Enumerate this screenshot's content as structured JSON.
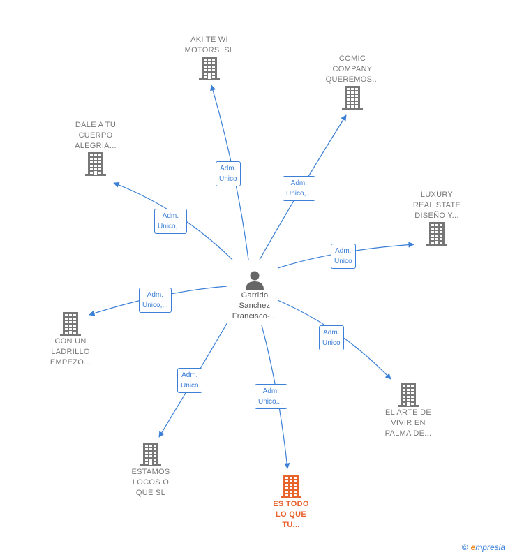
{
  "center": {
    "name": "Garrido\nSanchez\nFrancisco-...",
    "icon": "person-icon"
  },
  "nodes": [
    {
      "id": "aki",
      "name": "AKI TE WI\nMOTORS  SL",
      "icon": "building-icon",
      "role": "Adm.\nUnico"
    },
    {
      "id": "comic",
      "name": "COMIC\nCOMPANY\nQUEREMOS...",
      "icon": "building-icon",
      "role": "Adm.\nUnico,..."
    },
    {
      "id": "dale",
      "name": "DALE A TU\nCUERPO\nALEGRIA...",
      "icon": "building-icon",
      "role": "Adm.\nUnico,..."
    },
    {
      "id": "luxury",
      "name": "LUXURY\nREAL STATE\nDISEÑO Y...",
      "icon": "building-icon",
      "role": "Adm.\nUnico"
    },
    {
      "id": "ladrillo",
      "name": "CON UN\nLADRILLO\nEMPEZO...",
      "icon": "building-icon",
      "role": "Adm.\nUnico,..."
    },
    {
      "id": "arte",
      "name": "EL ARTE DE\nVIVIR EN\nPALMA DE...",
      "icon": "building-icon",
      "role": "Adm.\nUnico"
    },
    {
      "id": "estamos",
      "name": "ESTAMOS\nLOCOS O\nQUE SL",
      "icon": "building-icon",
      "role": "Adm.\nUnico"
    },
    {
      "id": "estodo",
      "name": "ES TODO\nLO QUE\nTU...",
      "icon": "building-icon",
      "role": "Adm.\nUnico,...",
      "highlight": true
    }
  ],
  "colors": {
    "edge": "#3b7fd6",
    "company": "#777777",
    "highlight": "#e8622c",
    "person": "#666666"
  },
  "brand": {
    "copyright": "©",
    "name": "mpresia",
    "initial": "e"
  }
}
